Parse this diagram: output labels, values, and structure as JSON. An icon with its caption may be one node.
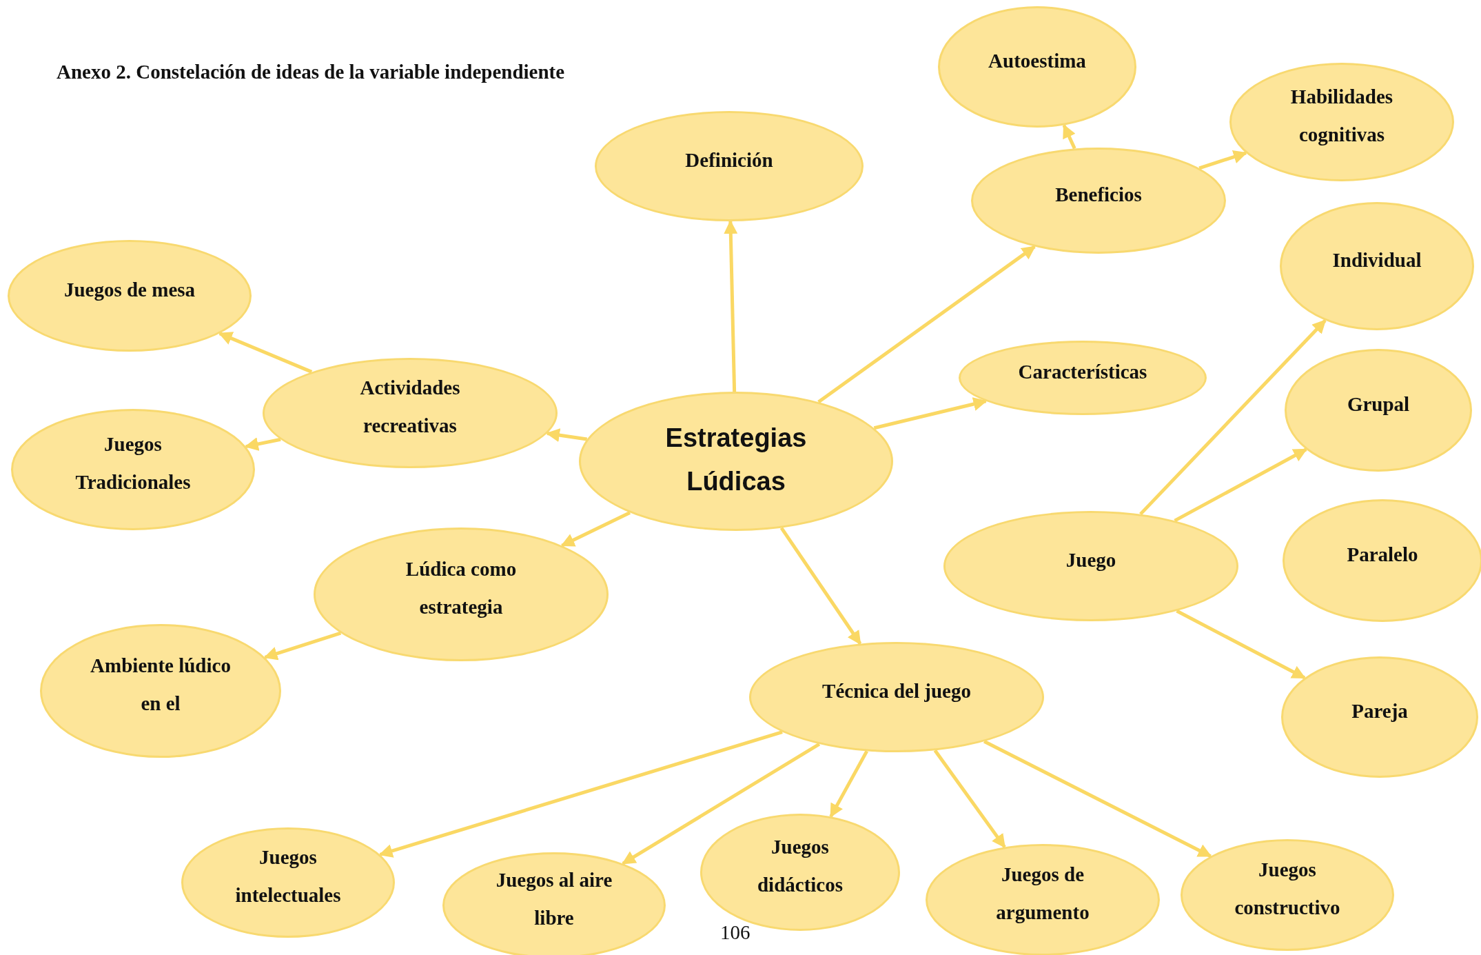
{
  "diagram": {
    "title": "Anexo 2. Constelación de ideas de la variable independiente",
    "nodes": [
      {
        "text": [
          "Estrategias Lúdicas"
        ]
      },
      {
        "text": [
          "Definición"
        ]
      },
      {
        "text": [
          "Beneficios"
        ]
      },
      {
        "text": [
          "Autoestima"
        ]
      },
      {
        "text": [
          "Habilidades cognitivas"
        ]
      },
      {
        "text": [
          "Características"
        ]
      },
      {
        "text": [
          "Actividades recreativas"
        ]
      },
      {
        "text": [
          "Juegos de mesa"
        ]
      },
      {
        "text": [
          "Juegos Tradicionales"
        ]
      },
      {
        "text": [
          "Lúdica como estrategia"
        ]
      },
      {
        "text": [
          "Ambiente lúdico en el"
        ]
      },
      {
        "text": [
          "Técnica del juego"
        ]
      },
      {
        "text": [
          "Juegos intelectuales"
        ]
      },
      {
        "text": [
          "Juegos al aire libre"
        ]
      },
      {
        "text": [
          "Juegos didácticos"
        ]
      },
      {
        "text": [
          "Juegos de argumento"
        ]
      },
      {
        "text": [
          "Juegos constructivo"
        ]
      },
      {
        "text": [
          "Juego"
        ]
      },
      {
        "text": [
          "Individual"
        ]
      },
      {
        "text": [
          "Grupal"
        ]
      },
      {
        "text": [
          "Paralelo"
        ]
      },
      {
        "text": [
          "Pareja"
        ]
      }
    ],
    "edges": [
      {
        "from": 0,
        "to": 1,
        "arrow": "to"
      },
      {
        "from": 0,
        "to": 2,
        "arrow": "to"
      },
      {
        "from": 2,
        "to": 3,
        "arrow": "to"
      },
      {
        "from": 2,
        "to": 4,
        "arrow": "to"
      },
      {
        "from": 0,
        "to": 5,
        "arrow": "to"
      },
      {
        "from": 0,
        "to": 6,
        "arrow": "to"
      },
      {
        "from": 6,
        "to": 7,
        "arrow": "to"
      },
      {
        "from": 6,
        "to": 8,
        "arrow": "to"
      },
      {
        "from": 0,
        "to": 9,
        "arrow": "to"
      },
      {
        "from": 9,
        "to": 10,
        "arrow": "to"
      },
      {
        "from": 0,
        "to": 11,
        "arrow": "to"
      },
      {
        "from": 11,
        "to": 12,
        "arrow": "to"
      },
      {
        "from": 11,
        "to": 13,
        "arrow": "to"
      },
      {
        "from": 11,
        "to": 14,
        "arrow": "to"
      },
      {
        "from": 11,
        "to": 15,
        "arrow": "to"
      },
      {
        "from": 11,
        "to": 16,
        "arrow": "to"
      },
      {
        "from": 17,
        "to": 18,
        "arrow": "to"
      },
      {
        "from": 17,
        "to": 19,
        "arrow": "to"
      },
      {
        "from": 17,
        "to": 21,
        "arrow": "to"
      }
    ],
    "labels": [
      "106"
    ]
  }
}
